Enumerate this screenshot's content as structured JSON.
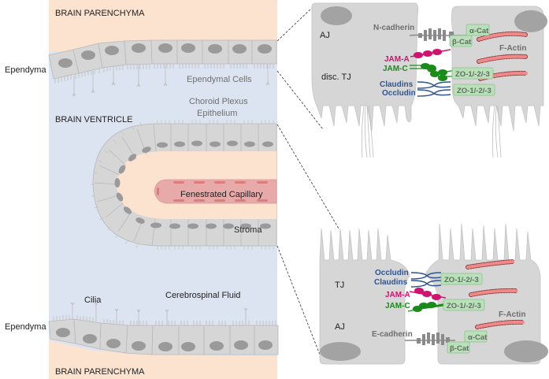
{
  "left_panel": {
    "top_region_label": "BRAIN PARENCHYMA",
    "bottom_region_label": "BRAIN PARENCHYMA",
    "ventricle_label": "BRAIN VENTRICLE",
    "ependyma_top_label": "Ependyma",
    "ependyma_bottom_label": "Ependyma",
    "ependymal_cells_label": "Ependymal Cells",
    "choroid_plexus_label_line1": "Choroid Plexus",
    "choroid_plexus_label_line2": "Epithelium",
    "capillary_label": "Fenestrated Capillary",
    "stroma_label": "Stroma",
    "cilia_label": "Cilia",
    "csf_label": "Cerebrospinal Fluid"
  },
  "top_detail": {
    "aj_label": "AJ",
    "disc_tj_label": "disc. TJ",
    "n_cadherin_label": "N-cadherin",
    "jam_a_label": "JAM-A",
    "jam_c_label": "JAM-C",
    "claudins_label": "Claudins",
    "occludin_label": "Occludin",
    "alpha_cat_label": "α-Cat",
    "beta_cat_label": "β-Cat",
    "zo_label_1": "ZO-1/-2/-3",
    "zo_label_2": "ZO-1/-2/-3",
    "f_actin_label": "F-Actin"
  },
  "bottom_detail": {
    "tj_label": "TJ",
    "aj_label": "AJ",
    "occludin_label": "Occludin",
    "claudins_label": "Claudins",
    "jam_a_label": "JAM-A",
    "jam_c_label": "JAM-C",
    "e_cadherin_label": "E-cadherin",
    "zo_label_1": "ZO-1/-2/-3",
    "zo_label_2": "ZO-1/-2/-3",
    "alpha_cat_label": "α-Cat",
    "beta_cat_label": "β-Cat",
    "f_actin_label": "F-Actin"
  },
  "colors": {
    "parenchyma": "#fbe3d0",
    "ventricle": "#dbe4f0",
    "cell_fill": "#d6d6d6",
    "nucleus": "#9a9a9a",
    "capillary": "#e8a9a9",
    "jam_a": "#d0136f",
    "jam_c": "#1a8a1a",
    "claudin": "#2e5490",
    "protein_box": "#b9e0b9",
    "actin": "#f08a8a"
  }
}
